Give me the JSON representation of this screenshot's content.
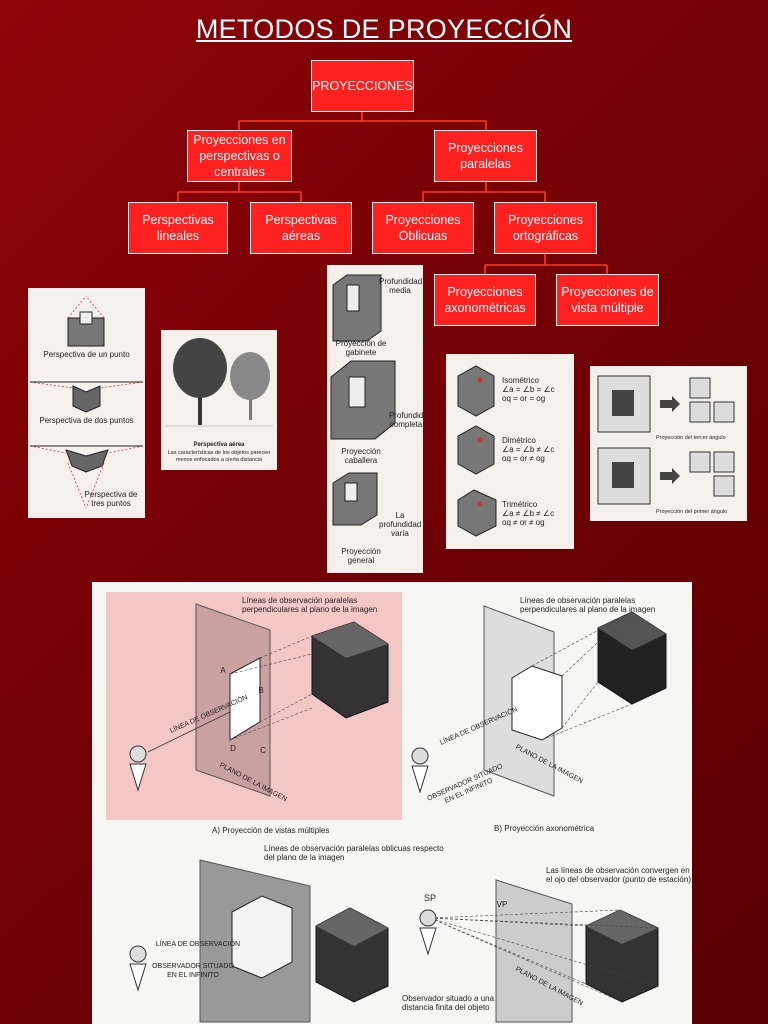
{
  "title": "METODOS DE PROYECCIÓN",
  "tree": {
    "root": "PROYECCIONES",
    "central": "Proyecciones en perspectivas o centrales",
    "parallel": "Proyecciones paralelas",
    "linear": "Perspectivas lineales",
    "aerial": "Perspectivas aéreas",
    "oblique": "Proyecciones Oblicuas",
    "ortho": "Proyecciones ortográficas",
    "axono": "Proyecciones axonométricas",
    "multi": "Proyecciones de vista múltiple"
  },
  "persp_panel": {
    "one_point": "Perspectiva de un punto",
    "two_point": "Perspectiva de dos puntos",
    "three_point": "Perspectiva de tres puntos"
  },
  "aerial_panel": {
    "caption_title": "Perspectiva aérea",
    "caption_body": "Las características de los objetos parecen menos enfocados a cierta distancia"
  },
  "oblique_panel": {
    "depth_half": "Profundidad media",
    "cabinet": "Proyección de gabinete",
    "depth_full": "Profundidad completa",
    "cavalier": "Proyección caballera",
    "depth_var": "La profundidad varía",
    "general": "Proyección general"
  },
  "axono_panel": {
    "iso": "Isométrico",
    "iso_eq1": "∠a = ∠b = ∠c",
    "iso_eq2": "oq = or = og",
    "di": "Dimétrico",
    "di_eq1": "∠a = ∠b ≠ ∠c",
    "di_eq2": "oq = or ≠ og",
    "tri": "Trimétrico",
    "tri_eq1": "∠a ≠ ∠b ≠ ∠c",
    "tri_eq2": "oq ≠ or ≠ og"
  },
  "multi_panel": {
    "third": "Proyección del tercer ángulo",
    "first": "Proyección del primer ángulo"
  },
  "bottom": {
    "a_note": "Líneas de observación paralelas perpendiculares al plano de la imagen",
    "a_caption": "A) Proyección de vistas múltiples",
    "b_note": "Líneas de observación paralelas perpendiculares al plano de la imagen",
    "b_caption": "B) Proyección axonométrica",
    "c_note": "Líneas de observación paralelas oblicuas respecto del plano de la imagen",
    "d_note": "Las líneas de observación convergen en el ojo del observador (punto de estación)",
    "d_caption": "Observador situado a una distancia finita del objeto",
    "sight_line": "LÍNEA DE OBSERVACIÓN",
    "image_plane": "PLANO DE LA IMAGEN",
    "observer_inf": "OBSERVADOR SITUADO EN EL INFINITO",
    "sp": "SP",
    "vp": "VP",
    "labels": [
      "A",
      "B",
      "C",
      "D"
    ]
  }
}
